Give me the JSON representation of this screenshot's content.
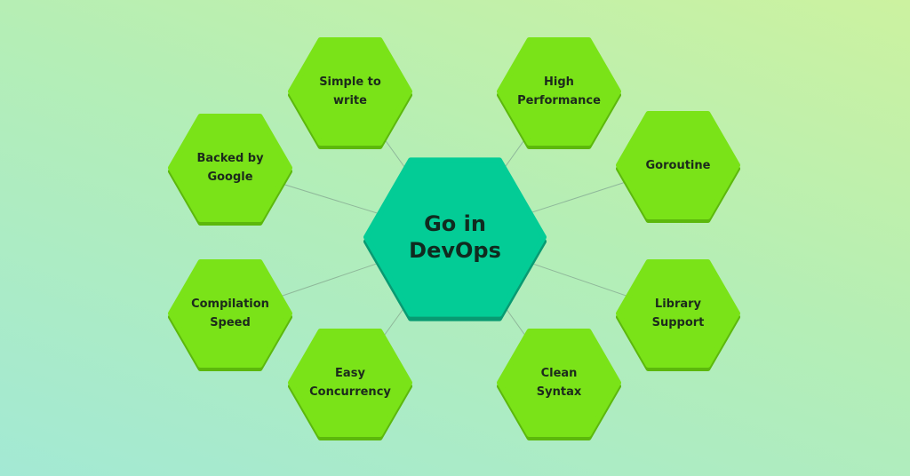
{
  "center": {
    "label": "Go in\nDevOps",
    "color": "#03cc96",
    "shadow": "#089a72"
  },
  "node_colors": {
    "fill": "#7ae318",
    "shadow": "#5cb80c"
  },
  "nodes": [
    {
      "label": "Simple to\nwrite"
    },
    {
      "label": "High\nPerformance"
    },
    {
      "label": "Backed by\nGoogle"
    },
    {
      "label": "Goroutine"
    },
    {
      "label": "Compilation\nSpeed"
    },
    {
      "label": "Library\nSupport"
    },
    {
      "label": "Easy\nConcurrency"
    },
    {
      "label": "Clean\nSyntax"
    }
  ]
}
